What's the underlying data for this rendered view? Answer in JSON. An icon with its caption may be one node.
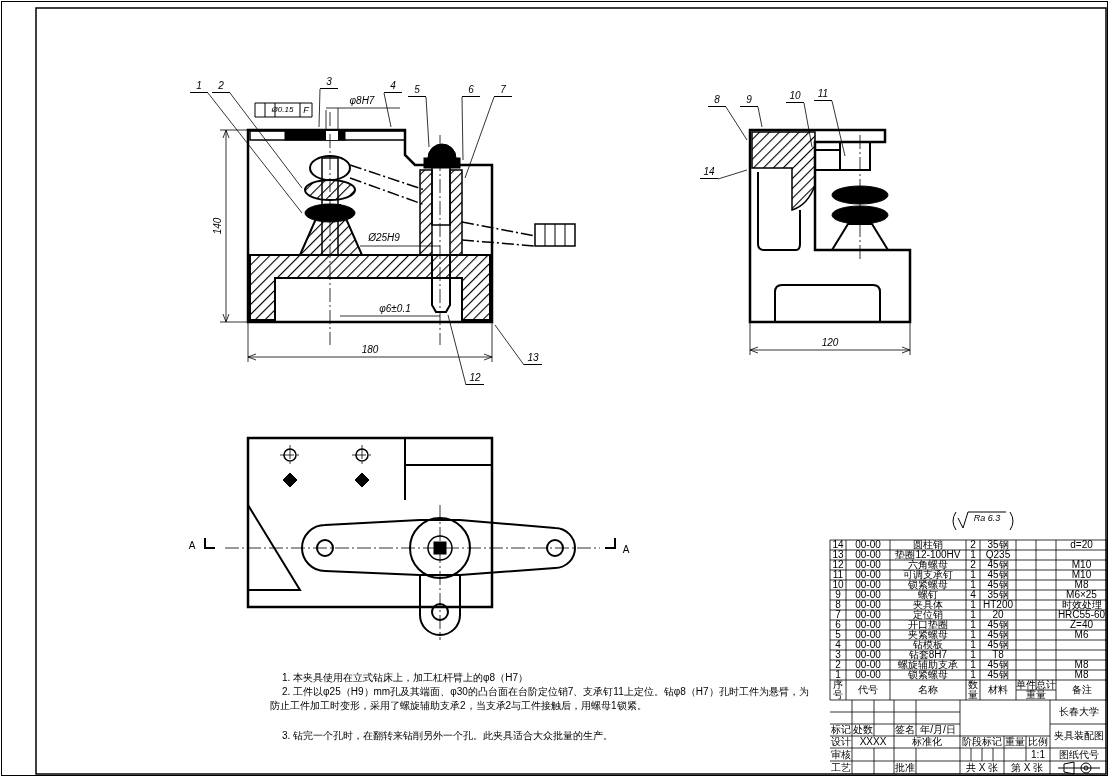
{
  "diagram": {
    "nodes": [
      {
        "text": [
          "1"
        ]
      },
      {
        "text": [
          "2"
        ]
      },
      {
        "text": [
          "3"
        ]
      },
      {
        "text": [
          "4"
        ]
      },
      {
        "text": [
          "5"
        ]
      },
      {
        "text": [
          "6"
        ]
      },
      {
        "text": [
          "7"
        ]
      },
      {
        "text": [
          "8"
        ]
      },
      {
        "text": [
          "9"
        ]
      },
      {
        "text": [
          "10"
        ]
      },
      {
        "text": [
          "11"
        ]
      },
      {
        "text": [
          "14"
        ]
      },
      {
        "text": [
          "13"
        ]
      },
      {
        "text": [
          "12"
        ]
      },
      {
        "text": [],
        "shape": "picture"
      },
      {
        "text": [],
        "shape": "picture"
      }
    ],
    "edges": [
      {
        "from": 0,
        "to": 14,
        "arrow": "none"
      },
      {
        "from": 1,
        "to": 14,
        "arrow": "none"
      },
      {
        "from": 2,
        "to": 14,
        "arrow": "none"
      },
      {
        "from": 3,
        "to": 14,
        "arrow": "none"
      },
      {
        "from": 4,
        "to": 14,
        "arrow": "none"
      },
      {
        "from": 5,
        "to": 14,
        "arrow": "none"
      },
      {
        "from": 6,
        "to": 14,
        "arrow": "none"
      },
      {
        "from": 7,
        "to": 15,
        "arrow": "none"
      },
      {
        "from": 8,
        "to": 15,
        "arrow": "none"
      },
      {
        "from": 9,
        "to": 15,
        "arrow": "none"
      },
      {
        "from": 10,
        "to": 15,
        "arrow": "none"
      },
      {
        "from": 11,
        "to": 15,
        "arrow": "none"
      },
      {
        "from": 12,
        "to": 14,
        "arrow": "none"
      },
      {
        "from": 13,
        "to": 14,
        "arrow": "none"
      }
    ],
    "labels": [
      "Ø0.15",
      "F",
      "φ8H7",
      "140",
      "Ø25H9",
      "φ6±0.1",
      "180",
      "120",
      "A",
      "A",
      "Ra 6.3",
      "1. 本夹具使用在立式钻床上，加工杠杆臂上的φ8（H7）",
      "2. 工件以φ25（H9）mm孔及其端面、φ30的凸台面在台阶定位销7、支承钉11上定位。钻φ8（H7）孔时工件为悬臂，为防止工件加工时变形，采用了螺旋辅助支承2，当支承2与工件接触后，用螺母1锁紧。",
      "3. 钻完一个孔时，在翻转来钻削另外一个孔。此夹具适合大众批量的生产。",
      "14",
      "00-00",
      "圆柱销",
      "2",
      "35钢",
      "d=20",
      "13",
      "00-00",
      "垫圈12-100HV",
      "1",
      "Q235",
      "12",
      "00-00",
      "六角螺母",
      "2",
      "45钢",
      "M10",
      "11",
      "00-00",
      "可调支承钉",
      "1",
      "45钢",
      "M10",
      "10",
      "00-00",
      "锁紧螺母",
      "1",
      "45钢",
      "M8",
      "9",
      "00-00",
      "螺钉",
      "4",
      "35钢",
      "M6×25",
      "8",
      "00-00",
      "夹具体",
      "1",
      "HT200",
      "时效处理",
      "7",
      "00-00",
      "定位销",
      "1",
      "20",
      "HRC55-60",
      "6",
      "00-00",
      "开口垫圈",
      "1",
      "45钢",
      "Z=40",
      "5",
      "00-00",
      "夹紧螺母",
      "1",
      "45钢",
      "M6",
      "4",
      "00-00",
      "钻模板",
      "1",
      "45钢",
      "3",
      "00-00",
      "钻套8H7",
      "1",
      "T8",
      "2",
      "00-00",
      "螺旋辅助支承",
      "1",
      "45钢",
      "M8",
      "1",
      "00-00",
      "锁紧螺母",
      "1",
      "45钢",
      "M8",
      "序号",
      "代号",
      "名称",
      "数量",
      "材料",
      "单件",
      "总计",
      "重量",
      "备注",
      "长春大学",
      "标记",
      "处数",
      "签名",
      "年/月/日",
      "夹具装配图",
      "设计",
      "XXXX",
      "标准化",
      "阶段标记",
      "重量",
      "比例",
      "审核",
      "1:1",
      "图纸代号",
      "工艺",
      "批准",
      "共 X 张",
      "第 X 张"
    ]
  }
}
